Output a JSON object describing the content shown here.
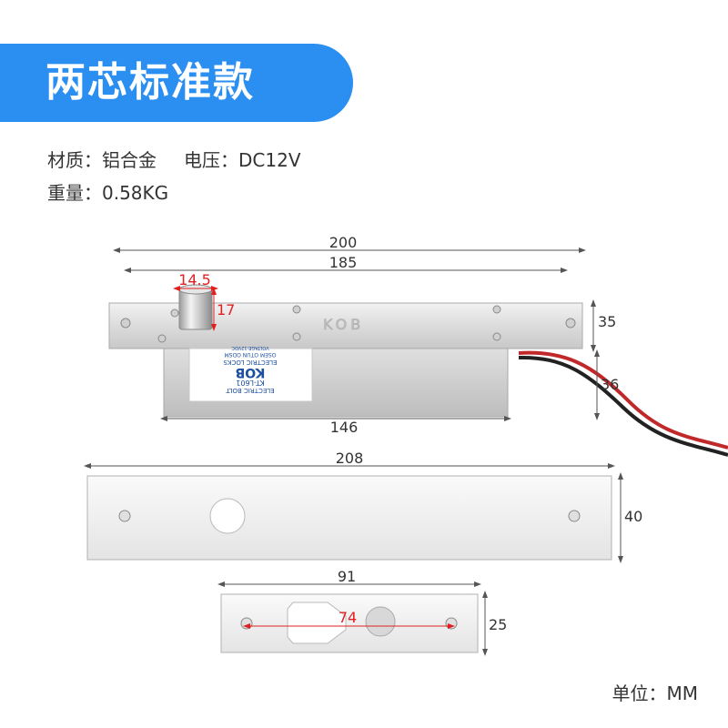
{
  "title": "两芯标准款",
  "specs": {
    "material_label": "材质：",
    "material_value": "铝合金",
    "voltage_label": "电压：",
    "voltage_value": "DC12V",
    "weight_label": "重量：",
    "weight_value": "0.58KG"
  },
  "dimensions": {
    "overall_length": "200",
    "plate_length": "185",
    "bolt_diameter": "14.5",
    "bolt_height": "17",
    "plate_width": "35",
    "body_height": "36",
    "body_length": "146",
    "strike_plate_length": "208",
    "strike_plate_width": "40",
    "keeper_length": "91",
    "keeper_hole_spacing": "74",
    "keeper_width": "25"
  },
  "product_label": {
    "brand": "KOB",
    "line1": "ELECTRIC BOLT",
    "line2": "KT-L601",
    "line3": "ELECTRIC LOCKS",
    "line4": "OSEM OTUN ODSM",
    "line5": "VOLTAGE:12VDC",
    "plate_brand": "KOB"
  },
  "unit_label": "单位：",
  "unit_value": "MM",
  "colors": {
    "banner": "#2a8ff0",
    "dimension_red": "#e02020",
    "label_blue": "#1b4fa0"
  }
}
